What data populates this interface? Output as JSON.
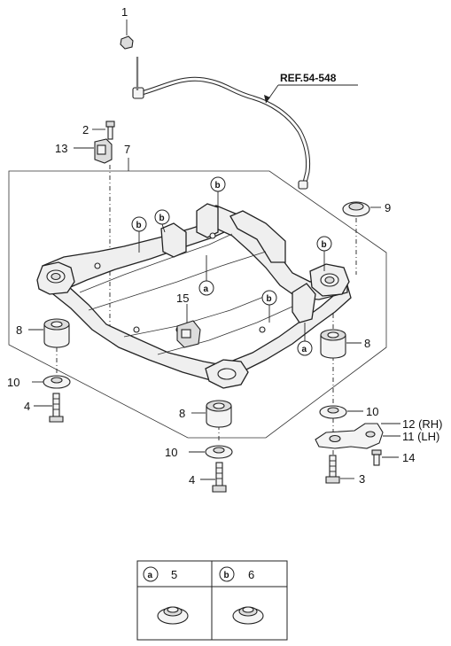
{
  "callouts": {
    "c1": "1",
    "c2": "2",
    "c13": "13",
    "c7": "7",
    "c9": "9",
    "c15": "15",
    "c8a": "8",
    "c8b": "8",
    "c8c": "8",
    "c10a": "10",
    "c10b": "10",
    "c10c": "10",
    "c4a": "4",
    "c4b": "4",
    "c12": "12 (RH)",
    "c11": "11 (LH)",
    "c14": "14",
    "c3": "3"
  },
  "reference": "REF.54-548",
  "markers": {
    "a": "a",
    "b": "b"
  },
  "legend": {
    "a_letter": "a",
    "a_number": "5",
    "b_letter": "b",
    "b_number": "6"
  }
}
